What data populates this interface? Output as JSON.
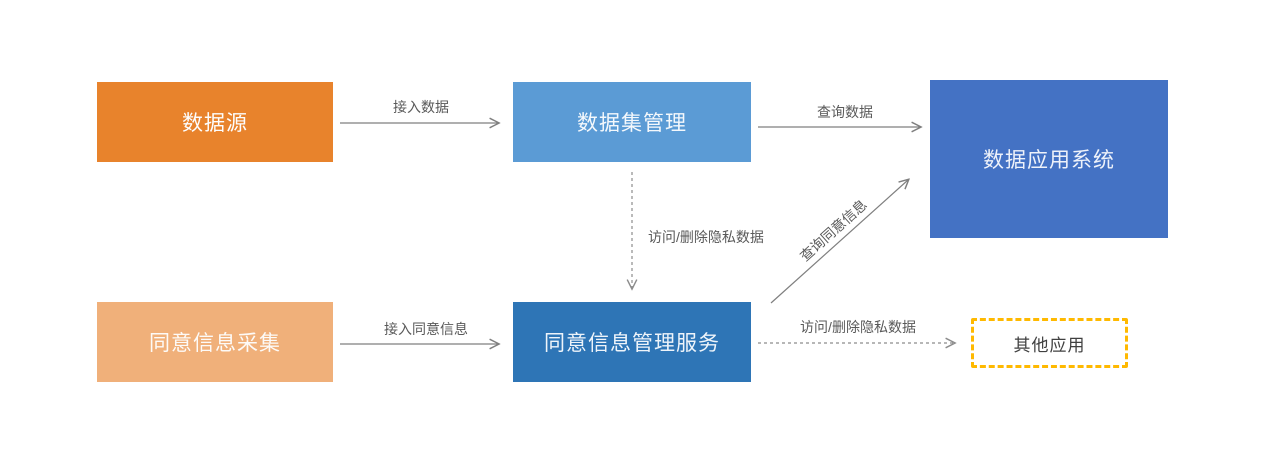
{
  "diagram": {
    "nodes": [
      {
        "id": "data-source",
        "label": "数据源",
        "fill": "#E8832C",
        "text_color": "#FFFFFF",
        "shape": "rect"
      },
      {
        "id": "dataset-management",
        "label": "数据集管理",
        "fill": "#5B9BD5",
        "text_color": "#FFFFFF",
        "shape": "rect"
      },
      {
        "id": "data-application-system",
        "label": "数据应用系统",
        "fill": "#4472C4",
        "text_color": "#FFFFFF",
        "shape": "rect"
      },
      {
        "id": "consent-info-collection",
        "label": "同意信息采集",
        "fill": "#F0B07A",
        "text_color": "#FFFFFF",
        "shape": "rect"
      },
      {
        "id": "consent-info-management-service",
        "label": "同意信息管理服务",
        "fill": "#2E75B6",
        "text_color": "#FFFFFF",
        "shape": "rect"
      },
      {
        "id": "other-applications",
        "label": "其他应用",
        "fill": "#FFFFFF",
        "border_color": "#FFB900",
        "border_style": "dashed",
        "text_color": "#404040",
        "shape": "rect"
      }
    ],
    "edges": [
      {
        "id": "edge-access-data",
        "from": "data-source",
        "to": "dataset-management",
        "label": "接入数据",
        "style": "solid"
      },
      {
        "id": "edge-query-data",
        "from": "dataset-management",
        "to": "data-application-system",
        "label": "查询数据",
        "style": "solid"
      },
      {
        "id": "edge-access-delete-private-vertical",
        "from": "dataset-management",
        "to": "consent-info-management-service",
        "label": "访问/删除隐私数据",
        "style": "dashed"
      },
      {
        "id": "edge-access-consent-info",
        "from": "consent-info-collection",
        "to": "consent-info-management-service",
        "label": "接入同意信息",
        "style": "solid"
      },
      {
        "id": "edge-query-consent-info",
        "from": "consent-info-management-service",
        "to": "data-application-system",
        "label": "查询同意信息",
        "style": "solid",
        "rotated": true
      },
      {
        "id": "edge-access-delete-private-horizontal",
        "from": "consent-info-management-service",
        "to": "other-applications",
        "label": "访问/删除隐私数据",
        "style": "dashed"
      }
    ],
    "colors": {
      "arrow": "#7F7F7F",
      "dashed_arrow": "#8C8C8C",
      "label_text": "#595959",
      "accent_dashed_box": "#FFB900"
    }
  }
}
